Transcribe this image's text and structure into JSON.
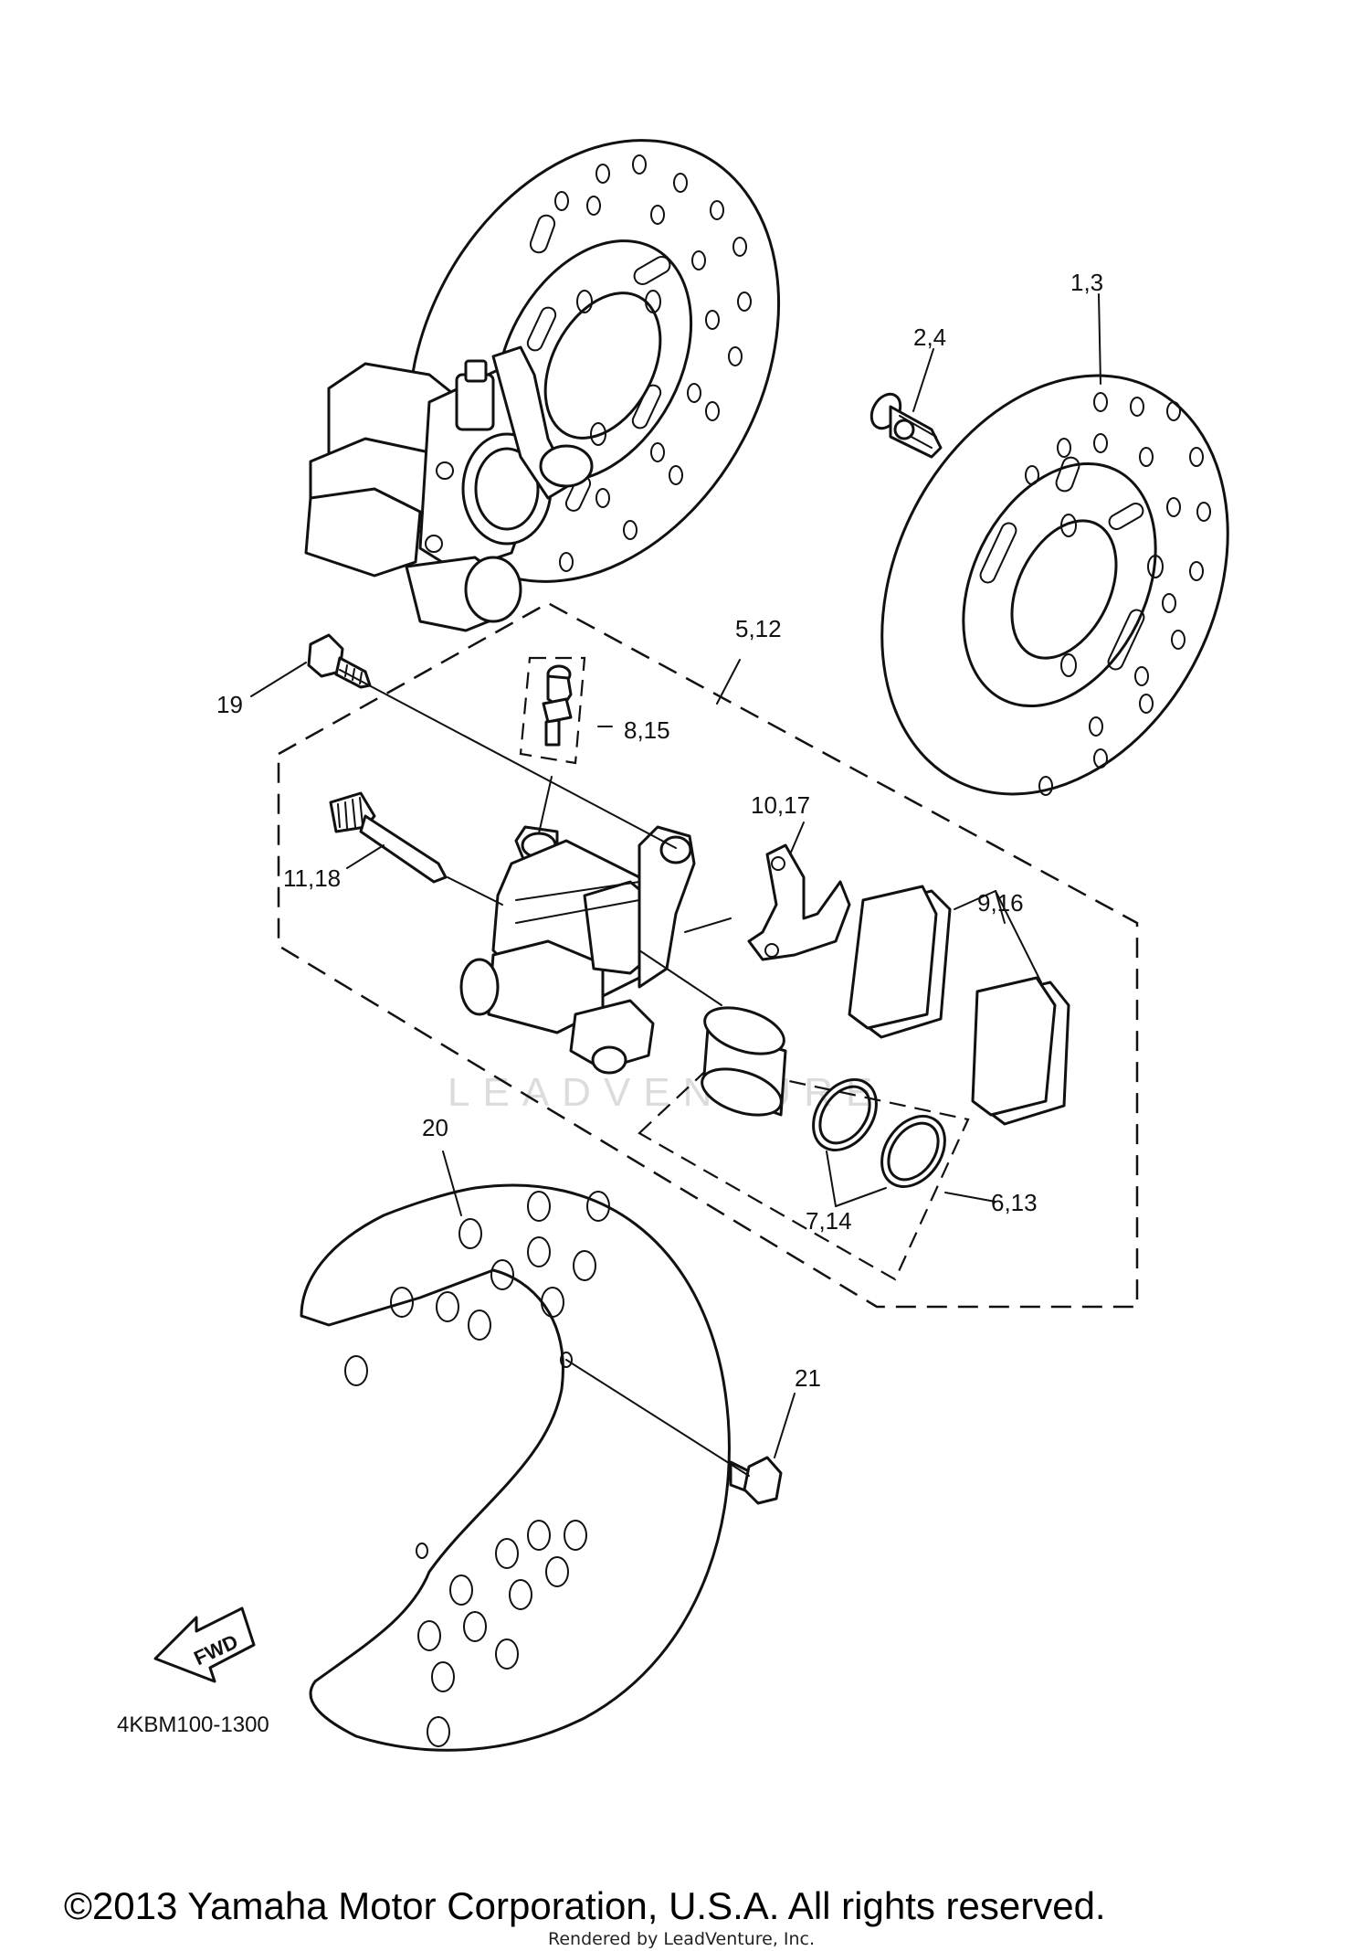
{
  "diagram": {
    "callouts": {
      "c_1_3": "1,3",
      "c_2_4": "2,4",
      "c_5_12": "5,12",
      "c_19": "19",
      "c_8_15": "8,15",
      "c_10_17": "10,17",
      "c_11_18": "11,18",
      "c_9_16": "9,16",
      "c_20": "20",
      "c_7_14": "7,14",
      "c_6_13": "6,13",
      "c_21": "21"
    },
    "direction_label": "FWD",
    "diagram_code": "4KBM100-1300",
    "watermark": "LEADVENTURE"
  },
  "footer": {
    "copyright": "©2013 Yamaha Motor Corporation, U.S.A. All rights reserved.",
    "rendered_by": "Rendered by LeadVenture, Inc."
  }
}
